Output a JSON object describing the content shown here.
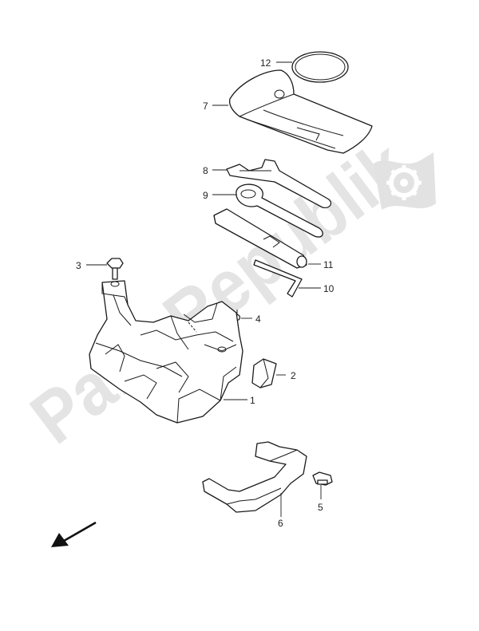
{
  "watermark": {
    "text": "PartsRepublik",
    "color": "#e4e4e4"
  },
  "callouts": [
    {
      "id": "1",
      "label": "1"
    },
    {
      "id": "2",
      "label": "2"
    },
    {
      "id": "3",
      "label": "3"
    },
    {
      "id": "4",
      "label": "4"
    },
    {
      "id": "5",
      "label": "5"
    },
    {
      "id": "6",
      "label": "6"
    },
    {
      "id": "7",
      "label": "7"
    },
    {
      "id": "8",
      "label": "8"
    },
    {
      "id": "9",
      "label": "9"
    },
    {
      "id": "10",
      "label": "10"
    },
    {
      "id": "11",
      "label": "11"
    },
    {
      "id": "12",
      "label": "12"
    }
  ],
  "icons": {
    "watermark_logo": "gear-flag-icon",
    "direction_arrow": "front-arrow-icon"
  }
}
